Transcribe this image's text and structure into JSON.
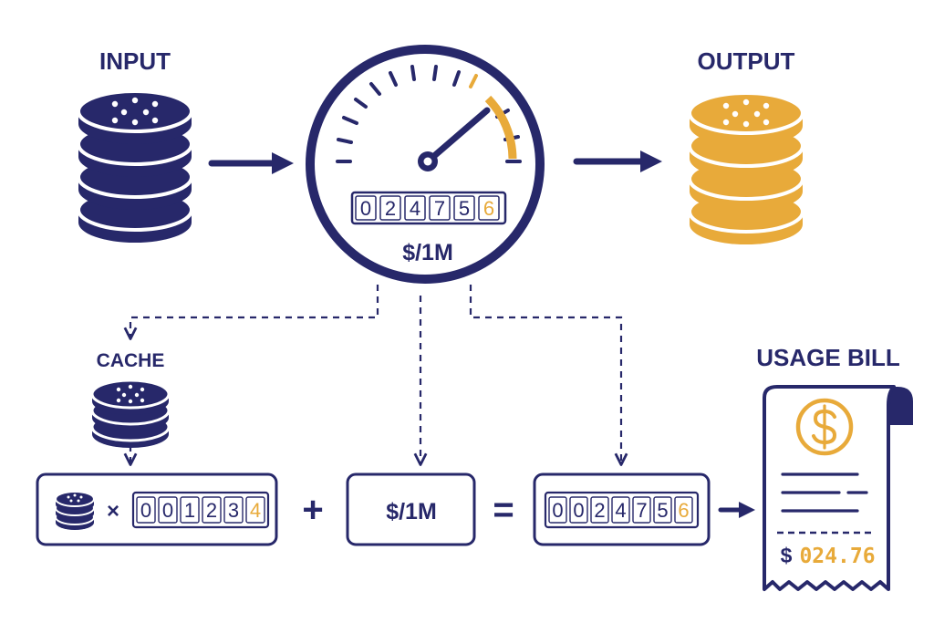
{
  "labels": {
    "input": "INPUT",
    "output": "OUTPUT",
    "cache": "CACHE",
    "usage_bill": "USAGE BILL"
  },
  "meter": {
    "digits": [
      "0",
      "2",
      "4",
      "7",
      "5",
      "6"
    ],
    "unit": "$/1M"
  },
  "formula": {
    "multiply": "×",
    "cache_digits": [
      "0",
      "0",
      "1",
      "2",
      "3",
      "4"
    ],
    "plus": "+",
    "rate": "$/1M",
    "equals": "=",
    "result_digits": [
      "0",
      "0",
      "2",
      "4",
      "7",
      "5",
      "6"
    ]
  },
  "bill": {
    "currency": "$",
    "amount": "024.76"
  },
  "colors": {
    "navy": "#27286a",
    "gold": "#e8aa3a",
    "white": "#ffffff"
  },
  "icons": {
    "input": "database-icon",
    "output": "database-icon",
    "cache": "database-icon",
    "coin": "coin-stack-icon",
    "gauge": "gauge-icon",
    "receipt": "receipt-icon",
    "dollar": "dollar-coin-icon"
  }
}
